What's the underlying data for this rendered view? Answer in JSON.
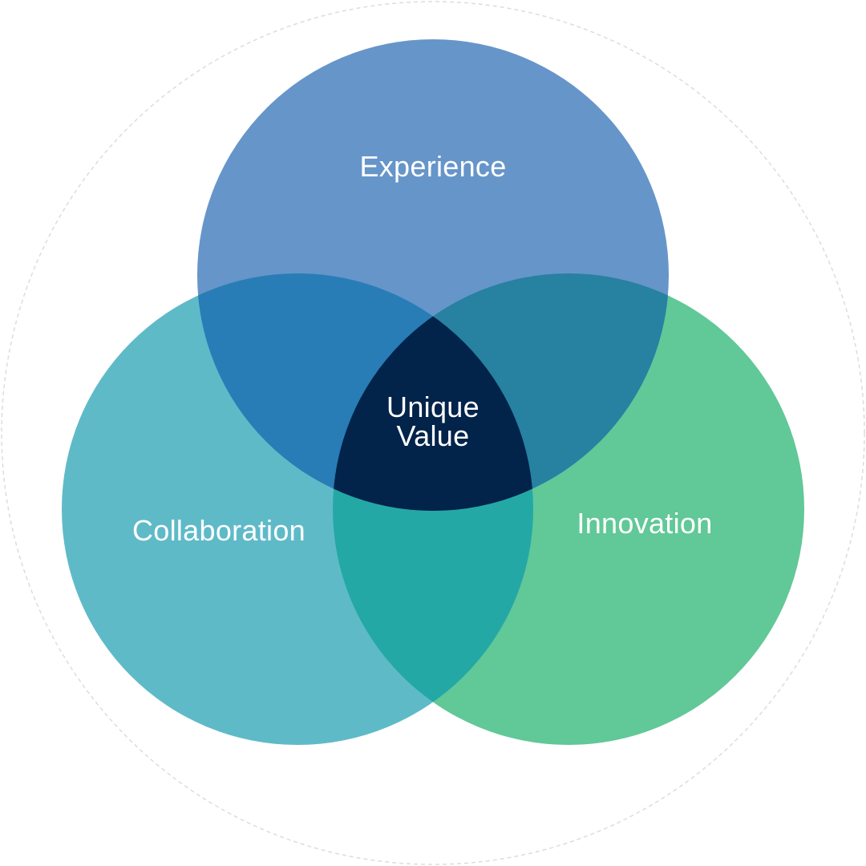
{
  "diagram": {
    "type": "venn-3",
    "sets": [
      {
        "id": "experience",
        "label": "Experience",
        "color": "#6695c9"
      },
      {
        "id": "collaboration",
        "label": "Collaboration",
        "color": "#5fbac8"
      },
      {
        "id": "innovation",
        "label": "Innovation",
        "color": "#61c897"
      }
    ],
    "intersections": {
      "experience_collaboration": {
        "color": "#287db6"
      },
      "experience_innovation": {
        "color": "#2781a1"
      },
      "collaboration_innovation": {
        "color": "#24a8a6"
      },
      "all": {
        "label_line1": "Unique",
        "label_line2": "Value",
        "color": "#02234a"
      }
    },
    "outer_ring": {
      "style": "dashed",
      "color": "#d9dde2"
    }
  }
}
